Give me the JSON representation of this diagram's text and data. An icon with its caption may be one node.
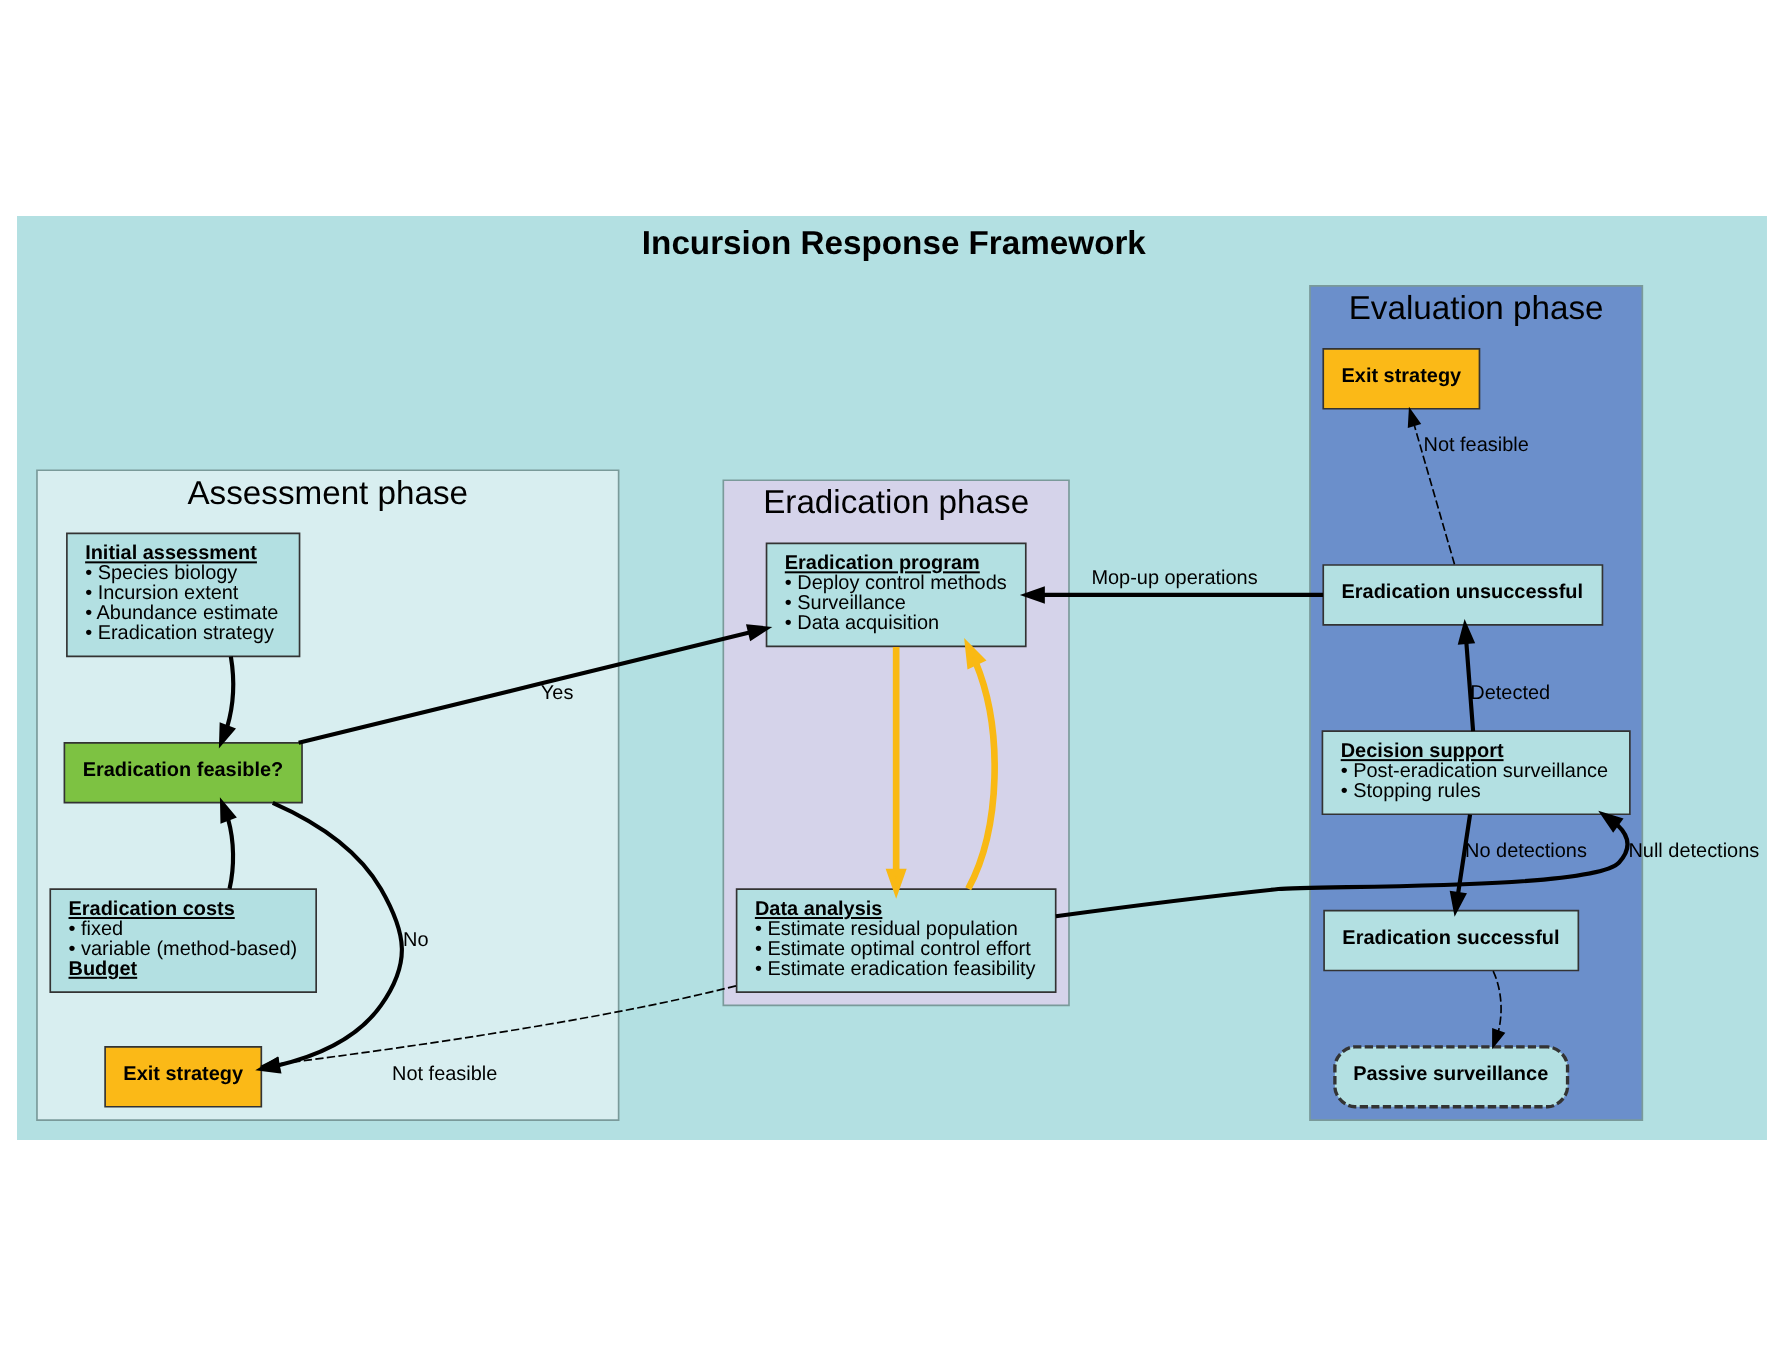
{
  "diagram": {
    "title": "Incursion Response Framework",
    "nodes": [
      {
        "text": [
          "Assessment phase"
        ]
      },
      {
        "text": [
          "Initial assessment",
          "• Species biology",
          "• Incursion extent",
          "• Abundance estimate",
          "• Eradication strategy"
        ],
        "in": 0
      },
      {
        "text": [
          "Eradication feasible?"
        ],
        "in": 0
      },
      {
        "text": [
          "Eradication costs",
          "• fixed",
          "• variable (method-based)",
          "Budget"
        ],
        "in": 0
      },
      {
        "text": [
          "Exit strategy"
        ],
        "in": 0
      },
      {
        "text": [
          "Eradication phase"
        ]
      },
      {
        "text": [
          "Eradication program",
          "• Deploy control methods",
          "• Surveillance",
          "• Data acquisition"
        ],
        "in": 5
      },
      {
        "text": [
          "Data analysis",
          "• Estimate residual population",
          "• Estimate optimal control effort",
          "• Estimate eradication feasibility"
        ],
        "in": 5
      },
      {
        "text": [
          "Evaluation phase"
        ]
      },
      {
        "text": [
          "Exit strategy"
        ],
        "in": 8
      },
      {
        "text": [
          "Eradication unsuccessful"
        ],
        "in": 8
      },
      {
        "text": [
          "Decision support",
          "• Post-eradication surveillance",
          "• Stopping rules"
        ],
        "in": 8
      },
      {
        "text": [
          "Eradication successful"
        ],
        "in": 8
      },
      {
        "text": [
          "Passive surveillance"
        ],
        "in": 8
      }
    ],
    "edges": [
      {
        "from": 1,
        "to": 2,
        "arrow": "to"
      },
      {
        "from": 3,
        "to": 2,
        "arrow": "to"
      },
      {
        "from": 2,
        "to": 6,
        "arrow": "to",
        "label": "Yes"
      },
      {
        "from": 2,
        "to": 4,
        "arrow": "to",
        "label": "No"
      },
      {
        "from": 7,
        "to": 4,
        "arrow": "to",
        "label": "Not feasible",
        "style": "dashed"
      },
      {
        "from": 6,
        "to": 7,
        "arrow": "to",
        "color": "#f9b914"
      },
      {
        "from": 7,
        "to": 6,
        "arrow": "to",
        "color": "#f9b914"
      },
      {
        "from": 7,
        "to": 11,
        "arrow": "to",
        "label": "Null detections"
      },
      {
        "from": 11,
        "to": 10,
        "arrow": "to",
        "label": "Detected"
      },
      {
        "from": 11,
        "to": 12,
        "arrow": "to",
        "label": "No detections"
      },
      {
        "from": 10,
        "to": 6,
        "arrow": "to",
        "label": "Mop-up operations"
      },
      {
        "from": 10,
        "to": 9,
        "arrow": "to",
        "label": "Not feasible",
        "style": "dashed"
      },
      {
        "from": 12,
        "to": 13,
        "arrow": "to",
        "style": "dashed"
      }
    ]
  }
}
